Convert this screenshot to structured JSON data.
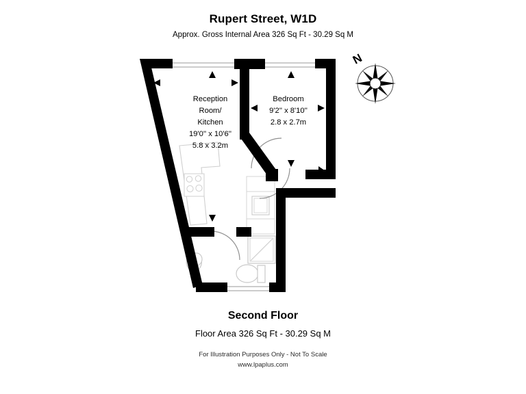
{
  "header": {
    "title": "Rupert Street, W1D",
    "subtitle": "Approx. Gross Internal Area 326 Sq Ft - 30.29 Sq M"
  },
  "footer": {
    "floor_label": "Second Floor",
    "floor_area": "Floor Area 326 Sq Ft - 30.29 Sq M",
    "disclaimer": "For Illustration Purposes Only - Not To Scale",
    "website": "www.lpaplus.com"
  },
  "compass": {
    "icon": "compass-rose-icon",
    "north_label": "N"
  },
  "colors": {
    "wall": "#000000",
    "background": "#ffffff",
    "fixture_outline": "#c9c9c9",
    "window_line": "#9a9a9a",
    "text": "#000000"
  },
  "floorplan": {
    "rooms": [
      {
        "id": "reception-kitchen",
        "name": "Reception Room/",
        "name_line2": "Kitchen",
        "dim_imperial": "19'0'' x 10'6''",
        "dim_metric": "5.8 x 3.2m",
        "label_lines": [
          "Reception",
          "Room/",
          "Kitchen",
          "19'0'' x 10'6''",
          "5.8 x 3.2m"
        ]
      },
      {
        "id": "bedroom",
        "name": "Bedroom",
        "dim_imperial": "9'2'' x 8'10''",
        "dim_metric": "2.8 x 2.7m",
        "label_lines": [
          "Bedroom",
          "9'2'' x 8'10''",
          "2.8 x 2.7m"
        ]
      },
      {
        "id": "bathroom",
        "name": "",
        "dim_imperial": "",
        "dim_metric": "",
        "label_lines": []
      }
    ],
    "fixtures": [
      {
        "id": "kitchen-counter",
        "type": "counter-icon"
      },
      {
        "id": "kitchen-hob",
        "type": "hob-icon"
      },
      {
        "id": "shower-tray",
        "type": "shower-icon"
      },
      {
        "id": "toilet",
        "type": "toilet-icon"
      },
      {
        "id": "wash-basin",
        "type": "basin-icon"
      },
      {
        "id": "cupboard-unit",
        "type": "cupboard-icon"
      }
    ],
    "openings": [
      {
        "id": "window-reception-top",
        "type": "window"
      },
      {
        "id": "window-bedroom-top",
        "type": "window"
      },
      {
        "id": "window-bathroom-bottom",
        "type": "window"
      },
      {
        "id": "door-bedroom",
        "type": "door-swing"
      },
      {
        "id": "door-hall",
        "type": "door-swing"
      },
      {
        "id": "door-bathroom",
        "type": "door-swing"
      }
    ],
    "entrance_marker": "entrance-arrow-icon",
    "dimension_markers": 8
  }
}
